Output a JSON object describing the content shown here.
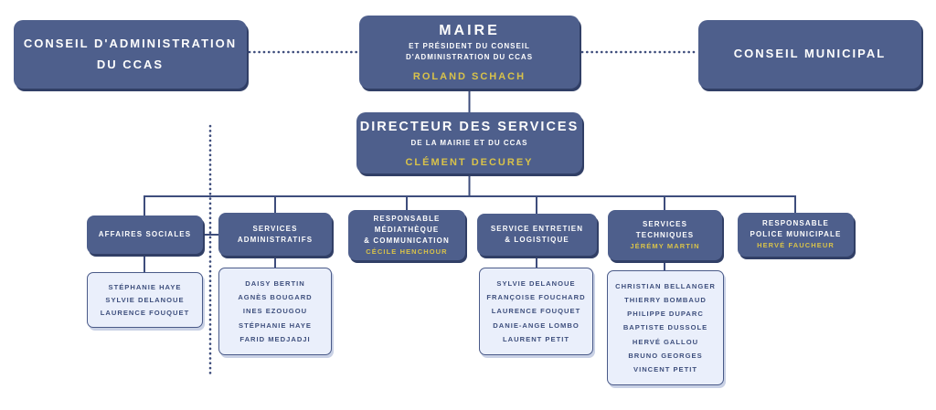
{
  "colors": {
    "box_fill": "#4e5f8c",
    "box_shadow": "#313f66",
    "accent_yellow": "#d8c24a",
    "light_fill": "#eaeffb",
    "line": "#3e4d7c",
    "staff_text": "#3e4f7d",
    "background": "#ffffff"
  },
  "top_row": {
    "ccas_board": {
      "line1": "CONSEIL D'ADMINISTRATION",
      "line2": "DU CCAS"
    },
    "mayor": {
      "title": "MAIRE",
      "subtitle": "ET PRÉSIDENT DU CONSEIL D'ADMINISTRATION DU CCAS",
      "name": "ROLAND SCHACH"
    },
    "municipal_council": {
      "title": "CONSEIL MUNICIPAL"
    }
  },
  "director": {
    "title": "DIRECTEUR DES SERVICES",
    "subtitle": "DE LA MAIRIE ET DU CCAS",
    "name": "CLÉMENT DECUREY"
  },
  "departments": [
    {
      "id": "affaires-sociales",
      "title_lines": [
        "AFFAIRES SOCIALES"
      ],
      "staff": [
        "STÉPHANIE HAYE",
        "SYLVIE DELANOUE",
        "LAURENCE FOUQUET"
      ]
    },
    {
      "id": "services-administratifs",
      "title_lines": [
        "SERVICES",
        "ADMINISTRATIFS"
      ],
      "staff": [
        "DAISY BERTIN",
        "AGNÈS BOUGARD",
        "INES EZOUGOU",
        "STÉPHANIE HAYE",
        "FARID MEDJADJI"
      ]
    },
    {
      "id": "mediatheque-communication",
      "title_lines": [
        "RESPONSABLE",
        "MÉDIATHÈQUE",
        "& COMMUNICATION"
      ],
      "head": "CÉCILE HENCHOUR",
      "staff": []
    },
    {
      "id": "entretien-logistique",
      "title_lines": [
        "SERVICE ENTRETIEN",
        "& LOGISTIQUE"
      ],
      "staff": [
        "SYLVIE DELANOUE",
        "FRANÇOISE FOUCHARD",
        "LAURENCE FOUQUET",
        "DANIE-ANGE LOMBO",
        "LAURENT PETIT"
      ]
    },
    {
      "id": "services-techniques",
      "title_lines": [
        "SERVICES",
        "TECHNIQUES"
      ],
      "head": "JÉRÉMY MARTIN",
      "staff": [
        "CHRISTIAN BELLANGER",
        "THIERRY BOMBAUD",
        "PHILIPPE DUPARC",
        "BAPTISTE DUSSOLE",
        "HERVÉ GALLOU",
        "BRUNO GEORGES",
        "VINCENT PETIT"
      ]
    },
    {
      "id": "police-municipale",
      "title_lines": [
        "RESPONSABLE",
        "POLICE MUNICIPALE"
      ],
      "head": "HERVÉ FAUCHEUR",
      "staff": []
    }
  ]
}
